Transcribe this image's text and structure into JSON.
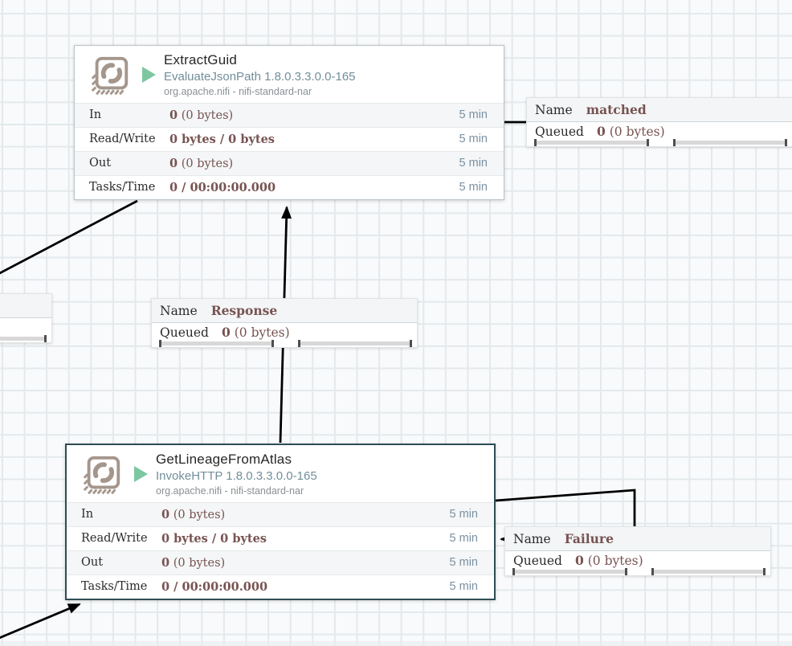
{
  "processors": [
    {
      "title": "ExtractGuid",
      "type": "EvaluateJsonPath 1.8.0.3.3.0.0-165",
      "bundle": "org.apache.nifi - nifi-standard-nar",
      "stats": [
        {
          "label": "In",
          "value": "0",
          "extra": " (0 bytes)",
          "window": "5 min"
        },
        {
          "label": "Read/Write",
          "value": "0 bytes / 0 bytes",
          "extra": "",
          "window": "5 min"
        },
        {
          "label": "Out",
          "value": "0",
          "extra": " (0 bytes)",
          "window": "5 min"
        },
        {
          "label": "Tasks/Time",
          "value": "0 / 00:00:00.000",
          "extra": "",
          "window": "5 min"
        }
      ]
    },
    {
      "title": "GetLineageFromAtlas",
      "type": "InvokeHTTP 1.8.0.3.3.0.0-165",
      "bundle": "org.apache.nifi - nifi-standard-nar",
      "stats": [
        {
          "label": "In",
          "value": "0",
          "extra": " (0 bytes)",
          "window": "5 min"
        },
        {
          "label": "Read/Write",
          "value": "0 bytes / 0 bytes",
          "extra": "",
          "window": "5 min"
        },
        {
          "label": "Out",
          "value": "0",
          "extra": " (0 bytes)",
          "window": "5 min"
        },
        {
          "label": "Tasks/Time",
          "value": "0 / 00:00:00.000",
          "extra": "",
          "window": "5 min"
        }
      ]
    }
  ],
  "connections": [
    {
      "name_label": "Name",
      "name": "matched",
      "queued_label": "Queued",
      "queued_count": "0",
      "queued_size": "(0 bytes)"
    },
    {
      "name_label": "Name",
      "name": "Response",
      "queued_label": "Queued",
      "queued_count": "0",
      "queued_size": "(0 bytes)"
    },
    {
      "name_label": "Name",
      "name": "Failure",
      "queued_label": "Queued",
      "queued_count": "0",
      "queued_size": "(0 bytes)"
    }
  ],
  "icons": {
    "processor_icon": "stamp-refresh-icon",
    "run_status_icon": "play-triangle-icon"
  },
  "colors": {
    "stat_value_accent": "#775351",
    "type_text": "#728e9b",
    "selected_border": "#2e4d55",
    "run_status_green": "#7dc7a0",
    "processor_icon": "#a5968c",
    "connection_line": "#000000"
  }
}
